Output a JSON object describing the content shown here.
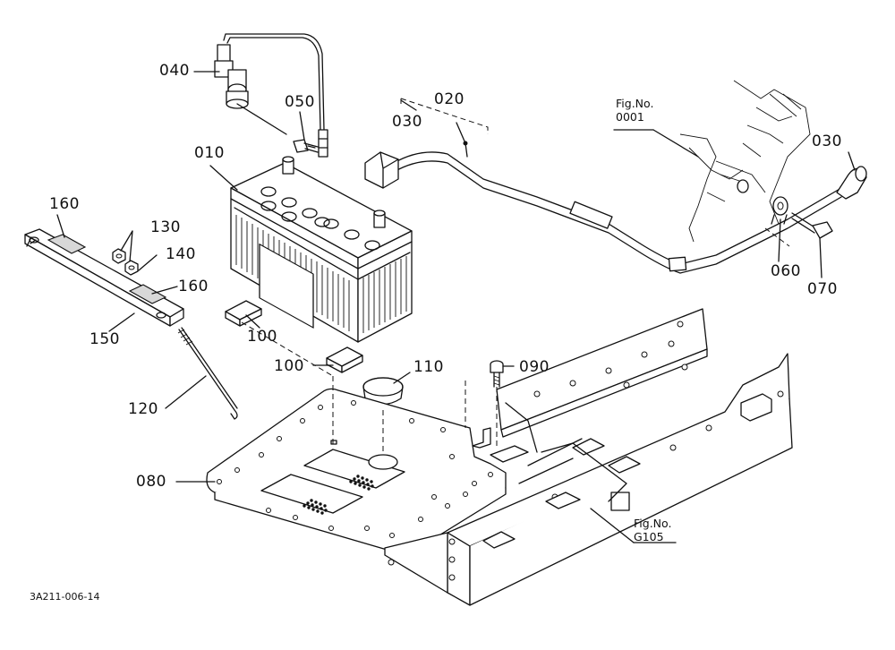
{
  "labels": {
    "p040": "040",
    "p050": "050",
    "p010": "010",
    "p020": "020",
    "p030a": "030",
    "p030b": "030",
    "p160a": "160",
    "p160b": "160",
    "p130": "130",
    "p140": "140",
    "p150": "150",
    "p100a": "100",
    "p100b": "100",
    "p110": "110",
    "p090": "090",
    "p120": "120",
    "p080": "080",
    "p060": "060",
    "p070": "070"
  },
  "refs": {
    "fig1_line1": "Fig.No.",
    "fig1_line2": "0001",
    "fig2_line1": "Fig.No.",
    "fig2_line2": "G105"
  },
  "drawing_code": "3A211-006-14"
}
